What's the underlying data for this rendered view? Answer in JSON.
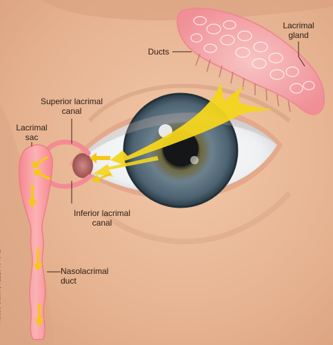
{
  "labels": {
    "lacrimal_gland": "Lacrimal\ngland",
    "ducts": "Ducts",
    "superior_canal": "Superior lacrimal\ncanal",
    "lacrimal_sac": "Lacrimal\nsac",
    "inferior_canal": "Inferior lacrimal\ncanal",
    "nasolacrimal_duct": "Nasolacrimal\nduct"
  },
  "stock_id": "Adobe Stock | #1210404042",
  "colors": {
    "skin": "#e9b897",
    "gland": "#f4a6a8",
    "duct": "#f59aa0",
    "tear_arrow": "#f3d51e",
    "iris": "#5d7483",
    "leader": "#3a2418"
  }
}
